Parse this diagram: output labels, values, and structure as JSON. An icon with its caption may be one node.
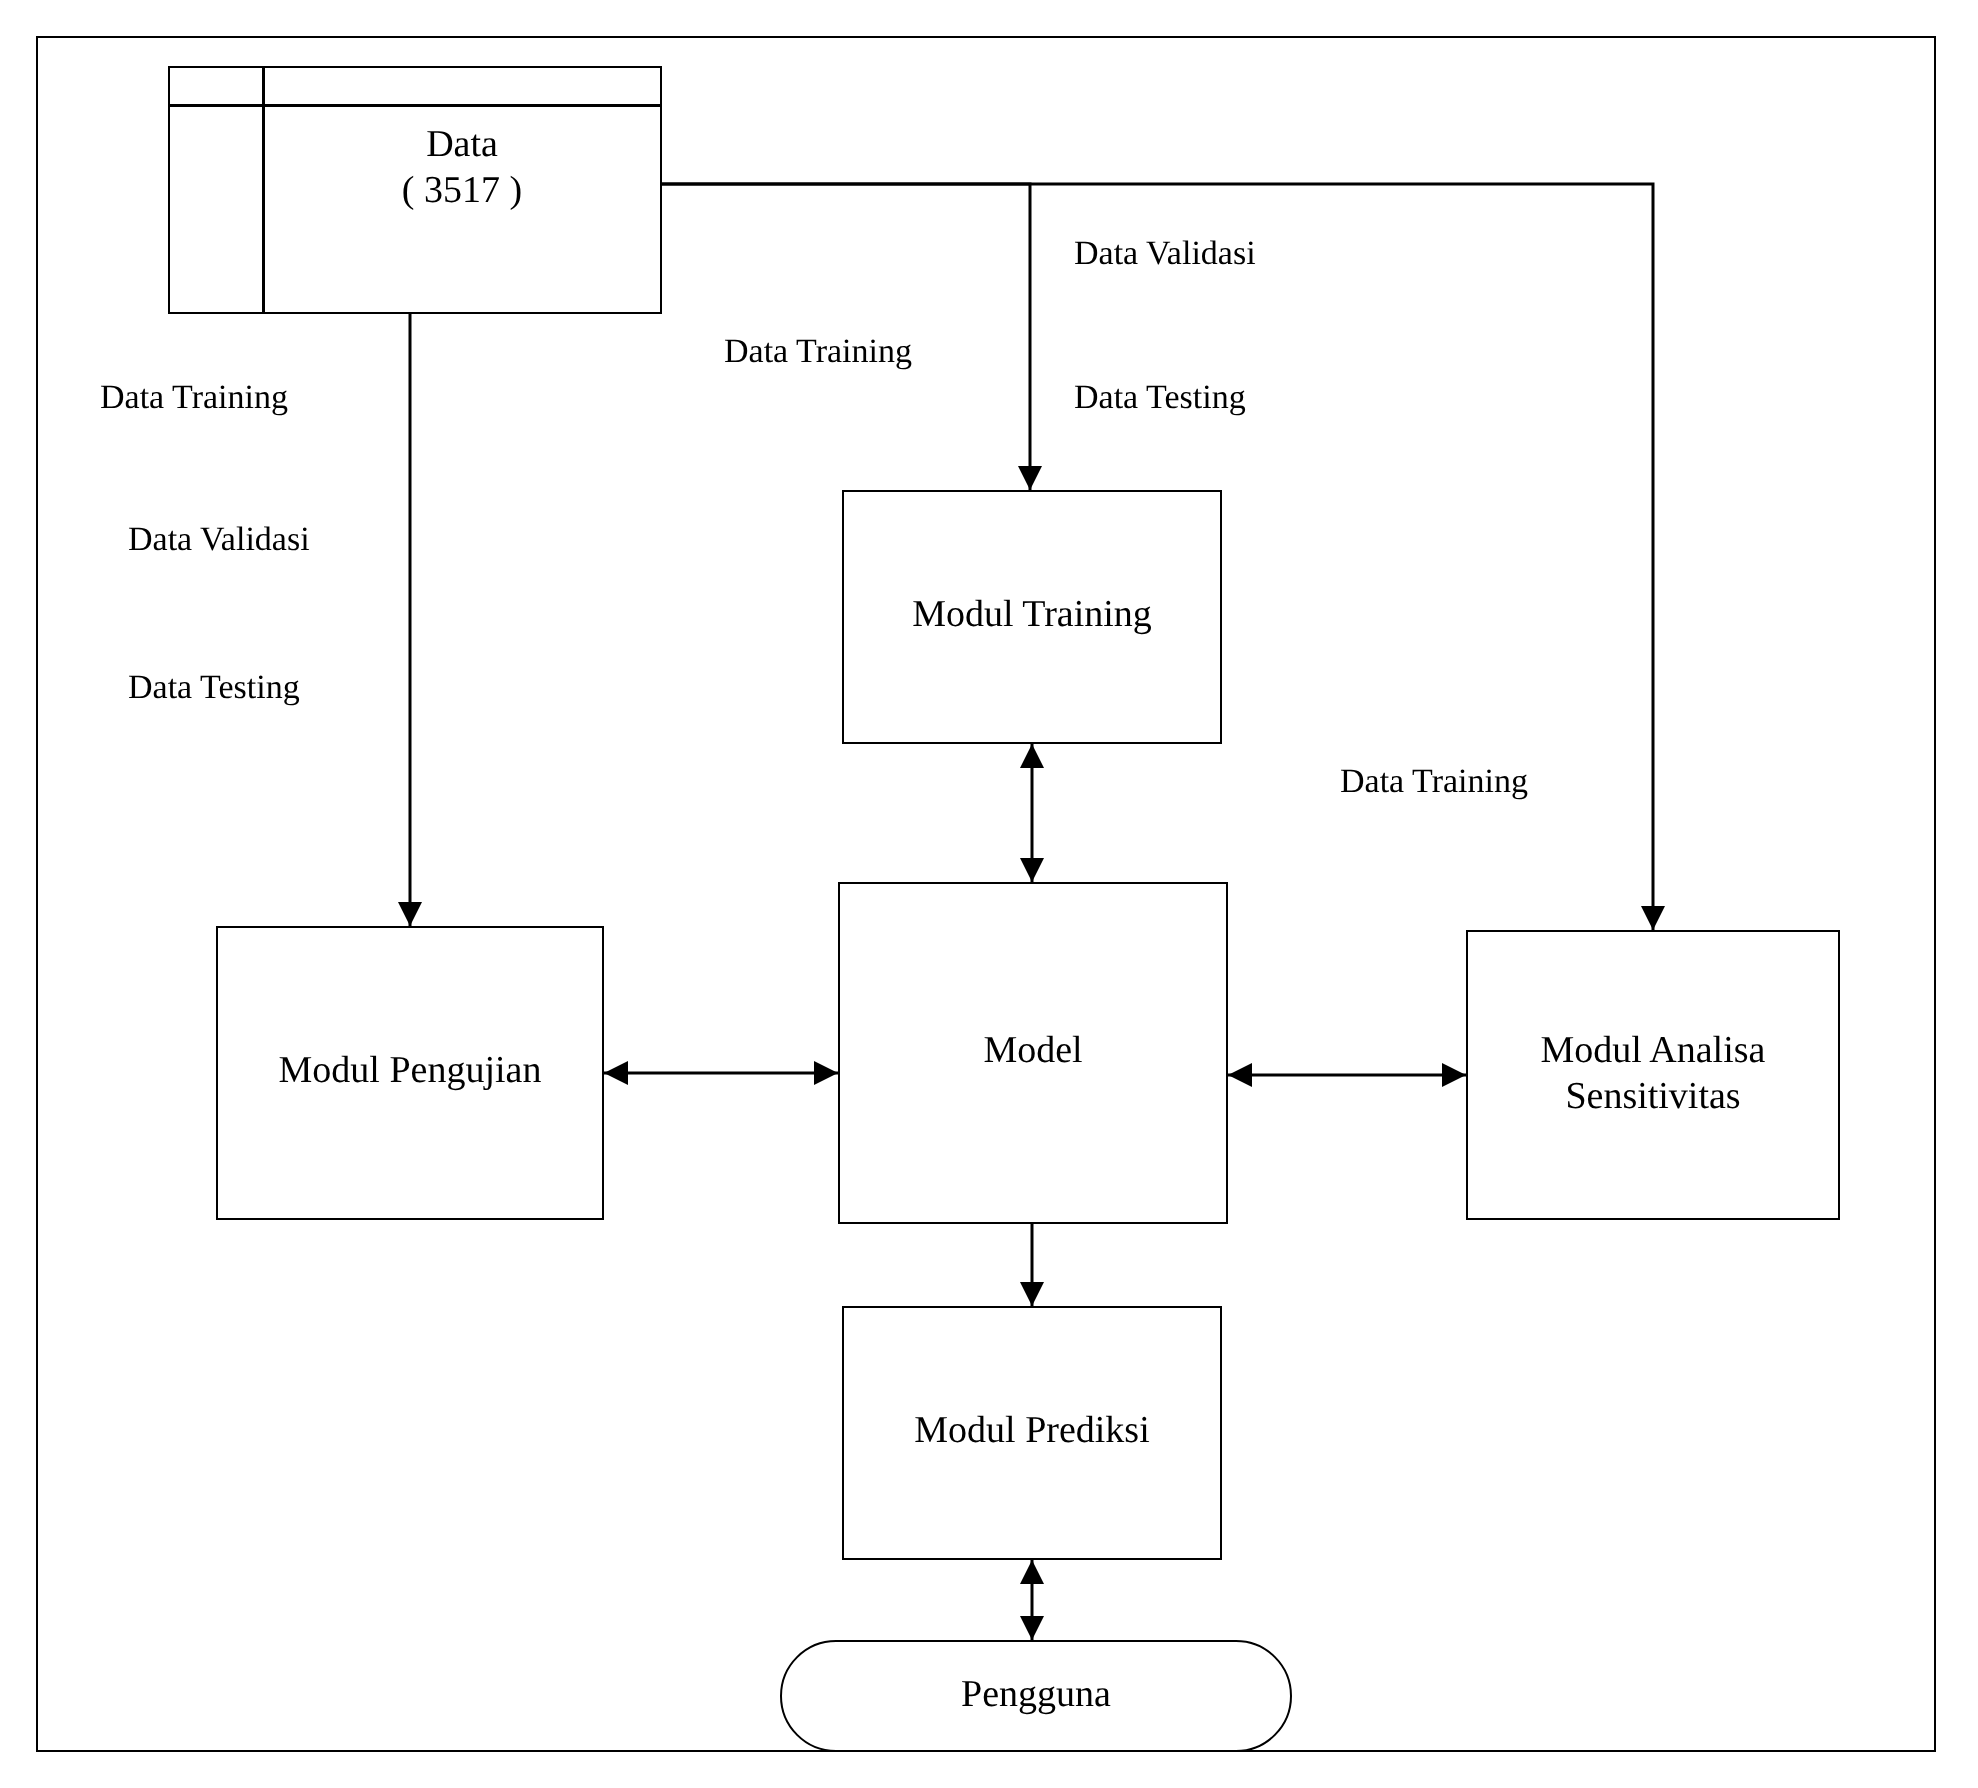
{
  "diagram": {
    "nodes": [
      {
        "text": [
          "Data",
          "( 3517 )"
        ]
      },
      {
        "text": [
          "Modul Training"
        ]
      },
      {
        "text": [
          "Modul Pengujian"
        ]
      },
      {
        "text": [
          "Model"
        ]
      },
      {
        "text": [
          "Modul Analisa Sensitivitas"
        ]
      },
      {
        "text": [
          "Modul Prediksi"
        ]
      },
      {
        "text": [
          "Pengguna"
        ]
      }
    ],
    "edges": [
      {
        "from": 0,
        "to": 2,
        "arrow": "to"
      },
      {
        "from": 0,
        "to": 1,
        "arrow": "to"
      },
      {
        "from": 0,
        "to": 4,
        "arrow": "to"
      },
      {
        "from": 1,
        "to": 3,
        "arrow": "both"
      },
      {
        "from": 2,
        "to": 3,
        "arrow": "both"
      },
      {
        "from": 3,
        "to": 4,
        "arrow": "both"
      },
      {
        "from": 3,
        "to": 5,
        "arrow": "to"
      },
      {
        "from": 5,
        "to": 6,
        "arrow": "both"
      }
    ],
    "labels": [
      "Data Validasi",
      "Data Training",
      "Data Training",
      "Data Testing",
      "Data Validasi",
      "Data Testing",
      "Data Training"
    ]
  }
}
